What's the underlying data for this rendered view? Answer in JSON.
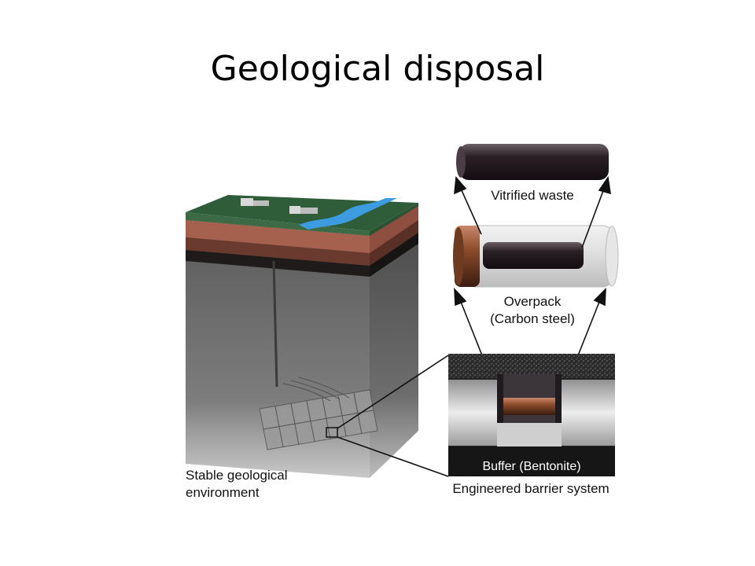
{
  "slide": {
    "title": "Geological disposal"
  },
  "diagram": {
    "labels": {
      "vitrified_waste": "Vitrified waste",
      "overpack_line1": "Overpack",
      "overpack_line2": "(Carbon steel)",
      "buffer": "Buffer (Bentonite)",
      "engineered_barrier": "Engineered barrier system",
      "stable_line1": "Stable geological",
      "stable_line2": "environment"
    },
    "colors": {
      "ground_surface": "#2f5d3a",
      "river": "#3d9be0",
      "clay_layer": "#a5604e",
      "rock": "#6e6e6e",
      "copper": "#8a4b2a",
      "canister": "#2b2025"
    }
  }
}
